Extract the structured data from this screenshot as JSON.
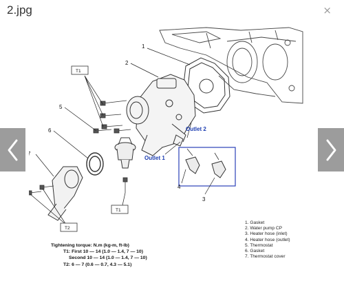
{
  "viewer": {
    "title": "2.jpg",
    "close_glyph": "×",
    "prev_icon": "chevron-left-icon",
    "next_icon": "chevron-right-icon"
  },
  "diagram": {
    "callouts": [
      "1",
      "2",
      "3",
      "4",
      "5",
      "6",
      "7"
    ],
    "box_labels": [
      "T1",
      "T1",
      "T2"
    ],
    "outlets": [
      "Outlet 2",
      "Outlet 1"
    ],
    "legend": [
      "1. Gasket",
      "2. Water pump CP",
      "3. Heater hose (inlet)",
      "4. Heater hose (outlet)",
      "5. Thermostat",
      "6. Gasket",
      "7. Thermostat cover"
    ],
    "torque": {
      "heading": "Tightening torque:  N.m (kg-m, ft-lb)",
      "t1_first": "T1:  First       10 — 14 (1.0 — 1.4, 7 — 10)",
      "t1_second": "Second   10 — 14 (1.0 — 1.4, 7 — 10)",
      "t2": "T2:  6 — 7 (0.6 — 0.7, 4.3 — 5.1)"
    }
  }
}
